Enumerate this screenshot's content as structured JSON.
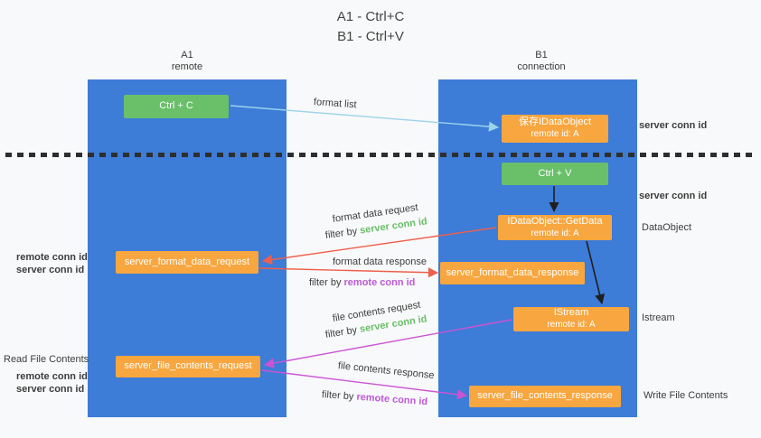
{
  "title": {
    "line1": "A1 - Ctrl+C",
    "line2": "B1 - Ctrl+V"
  },
  "lanes": {
    "left": {
      "title": "A1",
      "subtitle": "remote"
    },
    "right": {
      "title": "B1",
      "subtitle": "connection"
    }
  },
  "nodes": {
    "ctrl_c": {
      "label": "Ctrl + C"
    },
    "ctrl_v": {
      "label": "Ctrl + V"
    },
    "save_dataobject": {
      "line1": "保存IDataObject",
      "line2": "remote id: A"
    },
    "getdata": {
      "line1": "IDataObject::GetData",
      "line2": "remote id: A"
    },
    "istream": {
      "line1": "IStream",
      "line2": "remote id: A"
    },
    "format_request": {
      "label": "server_format_data_request"
    },
    "format_response": {
      "label": "server_format_data_response"
    },
    "file_request": {
      "label": "server_file_contents_request"
    },
    "file_response": {
      "label": "server_file_contents_response"
    }
  },
  "arrow_labels": {
    "format_list": "format list",
    "format_data_request": "format data request",
    "format_data_response": "format data response",
    "file_contents_request": "file contents request",
    "file_contents_response": "file contents response",
    "filter_by": "filter by",
    "server_conn_id": "server conn id",
    "remote_conn_id": "remote conn id"
  },
  "side_labels": {
    "server_conn_id_top": "server conn id",
    "server_conn_id_mid": "server conn id",
    "dataobject": "DataObject",
    "istream": "Istream",
    "write_file_contents": "Write File Contents",
    "read_file_contents": "Read File Contents",
    "remote_conn_id_format": "remote conn id",
    "server_conn_id_format": "server conn id",
    "remote_conn_id_file": "remote conn id",
    "server_conn_id_file": "server conn id"
  },
  "colors": {
    "lane_blue": "#3d7cd7",
    "node_green": "#6abf69",
    "node_orange": "#f7a640",
    "arrow_blue": "#9bd3ea",
    "arrow_red": "#ee5f4d",
    "arrow_magenta": "#cb54d3",
    "arrow_black": "#1f1f1f",
    "text_green": "#6abf69",
    "text_purple": "#bd58d8"
  }
}
